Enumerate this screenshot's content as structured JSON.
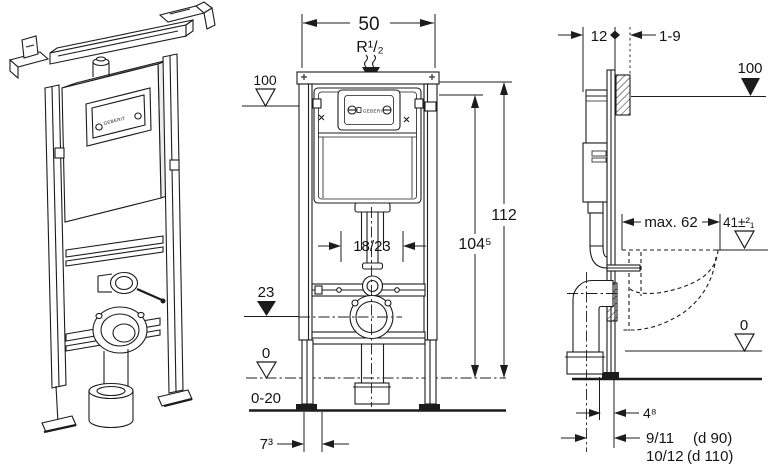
{
  "brand": "GEBERIT",
  "front_view": {
    "width": "50",
    "supply_thread": "R¹/₂",
    "panel_level": "100",
    "height_actuator": "104⁵",
    "height_total": "112",
    "flush_pipe_span": "18/23",
    "drain_level": "23",
    "floor_level": "0",
    "floor_buildup": "0-20",
    "foot_width": "7³"
  },
  "side_view": {
    "frame_depth": "12",
    "wall_distance": "1-9",
    "panel_level": "100",
    "bowl_depth_max": "max. 62",
    "bowl_height": "41±²₁",
    "floor_level": "0",
    "drain_wall_offset": "4⁸",
    "drain_d90": "9/11",
    "drain_d90_note": "(d 90)",
    "drain_d110": "10/12",
    "drain_d110_note": "(d 110)"
  }
}
